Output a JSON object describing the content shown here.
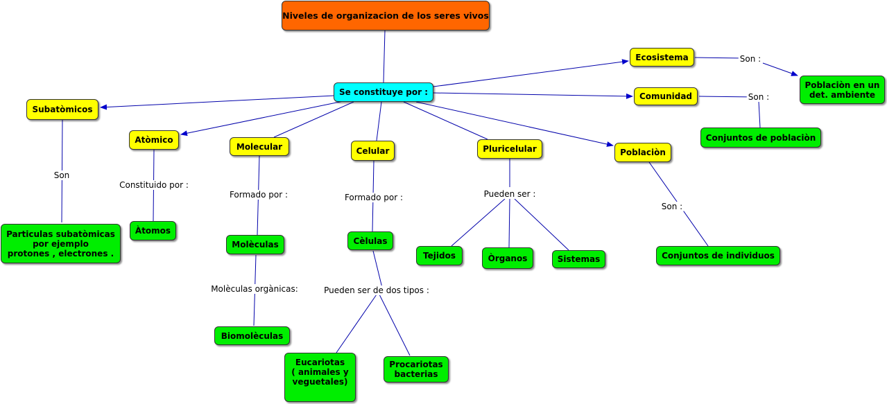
{
  "diagram": {
    "root": "Niveles de organizacion de los seres vivos",
    "hub": "Se constituye por :",
    "levels": {
      "subatomicos": "Subatòmicos",
      "atomico": "Atòmico",
      "molecular": "Molecular",
      "celular": "Celular",
      "pluricelular": "Pluricelular",
      "poblacion": "Poblaciòn",
      "comunidad": "Comunidad",
      "ecosistema": "Ecosistema"
    },
    "concepts": {
      "particulas": "Particulas subatòmicas\npor ejemplo\nprotones ,  electrones .",
      "atomos": "Àtomos",
      "moleculas": "Molèculas",
      "biomoleculas": "Biomolèculas",
      "celulas": "Cèlulas",
      "eucariotas": "Eucariotas\n( animales y\nveguetales)",
      "procariotas": "Procariotas\nbacterias",
      "tejidos": "Tejidos",
      "organos": "Òrganos",
      "sistemas": "Sistemas",
      "conj_individuos": "Conjuntos de individuos",
      "conj_poblacion": "Conjuntos de poblaciòn",
      "poblacion_ambiente": "Poblaciòn en un\ndet. ambiente"
    },
    "link_labels": {
      "son_subatomicos": "Son",
      "constituido_por": "Constituido por :",
      "formado_por_molecular": "Formado por :",
      "moleculas_organicas": "Molèculas orgànicas:",
      "formado_por_celular": "Formado por :",
      "pueden_ser_tipos": "Pueden ser de dos tipos :",
      "pueden_ser": "Pueden ser :",
      "son_poblacion": "Son :",
      "son_comunidad": "Son :",
      "son_ecosistema": "Son :"
    },
    "colors": {
      "root": "#ff6600",
      "hub": "#00ffff",
      "level": "#ffff00",
      "concept": "#00ee00",
      "arrow": "#0000cc",
      "line": "#0000aa"
    }
  }
}
